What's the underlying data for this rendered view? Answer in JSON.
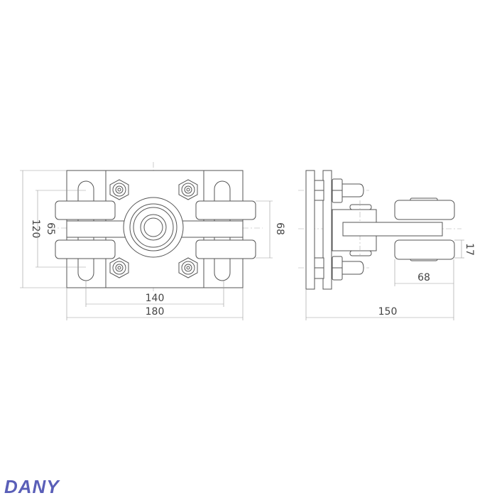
{
  "front_view": {
    "dimensions": {
      "height_total": "120",
      "slot_span": "65",
      "slot_spacing": "140",
      "width_total": "180",
      "wheel_span": "68"
    }
  },
  "side_view": {
    "dimensions": {
      "depth_total": "150",
      "wheel_diameter": "68",
      "wheel_width": "17"
    }
  },
  "brand": {
    "logo_text": "DANY",
    "color": "#5a5fb8"
  }
}
